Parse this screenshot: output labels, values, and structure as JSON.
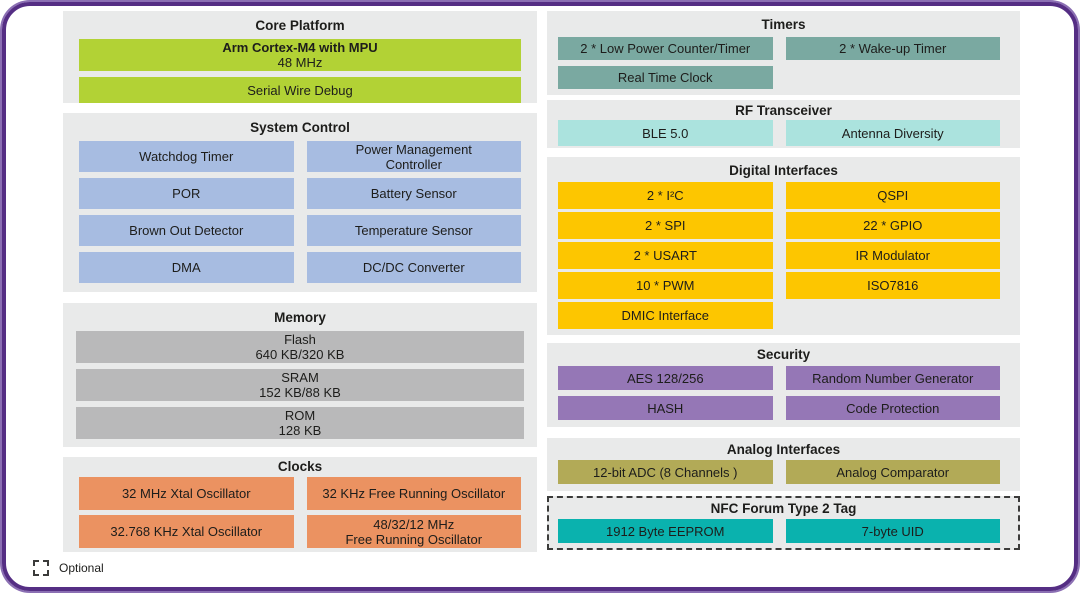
{
  "colors": {
    "frame_border": "#552e84",
    "frame_glow": "#8b6fb3",
    "section_bg": "#e9eaea",
    "text": "#1d1d1b",
    "core_green": "#b2d235",
    "system_blue": "#a7bce1",
    "memory_gray": "#b9b9ba",
    "clocks_orange": "#eb9261",
    "timers_teal": "#7aa9a1",
    "rf_cyan": "#abe3de",
    "digital_yellow": "#fdc600",
    "security_purple": "#9577b6",
    "analog_olive": "#b2aa57",
    "nfc_teal": "#0ab2ae"
  },
  "sections": {
    "core_platform": {
      "title": "Core Platform",
      "blocks": [
        {
          "line1": "Arm Cortex-M4 with MPU",
          "line2": "48 MHz"
        },
        "Serial Wire Debug"
      ]
    },
    "system_control": {
      "title": "System Control",
      "blocks": [
        "Watchdog Timer",
        {
          "line1": "Power Management",
          "line2": "Controller"
        },
        "POR",
        "Battery Sensor",
        "Brown Out Detector",
        "Temperature Sensor",
        "DMA",
        "DC/DC Converter"
      ]
    },
    "memory": {
      "title": "Memory",
      "blocks": [
        {
          "line1": "Flash",
          "line2": "640 KB/320 KB"
        },
        {
          "line1": "SRAM",
          "line2": "152 KB/88 KB"
        },
        {
          "line1": "ROM",
          "line2": "128 KB"
        }
      ]
    },
    "clocks": {
      "title": "Clocks",
      "blocks": [
        "32 MHz Xtal Oscillator",
        "32 KHz Free Running Oscillator",
        "32.768 KHz Xtal Oscillator",
        {
          "line1": "48/32/12 MHz",
          "line2": "Free Running Oscillator"
        }
      ]
    },
    "timers": {
      "title": "Timers",
      "blocks": [
        "2 * Low Power Counter/Timer",
        "2 * Wake-up Timer",
        "Real Time Clock"
      ]
    },
    "rf_transceiver": {
      "title": "RF Transceiver",
      "blocks": [
        "BLE 5.0",
        "Antenna Diversity"
      ]
    },
    "digital_interfaces": {
      "title": "Digital Interfaces",
      "left_blocks": [
        "2 * I²C",
        "2 * SPI",
        "2 * USART",
        "10 * PWM",
        "DMIC Interface"
      ],
      "right_blocks": [
        "QSPI",
        "22 * GPIO",
        "IR Modulator",
        "ISO7816"
      ]
    },
    "security": {
      "title": "Security",
      "blocks": [
        "AES 128/256",
        "Random Number Generator",
        "HASH",
        "Code Protection"
      ]
    },
    "analog_interfaces": {
      "title": "Analog Interfaces",
      "blocks": [
        "12-bit ADC (8 Channels )",
        "Analog Comparator"
      ]
    },
    "nfc": {
      "title": "NFC Forum Type 2 Tag",
      "optional": true,
      "blocks": [
        "1912 Byte EEPROM",
        "7-byte UID"
      ]
    }
  },
  "legend": {
    "label": "Optional"
  }
}
